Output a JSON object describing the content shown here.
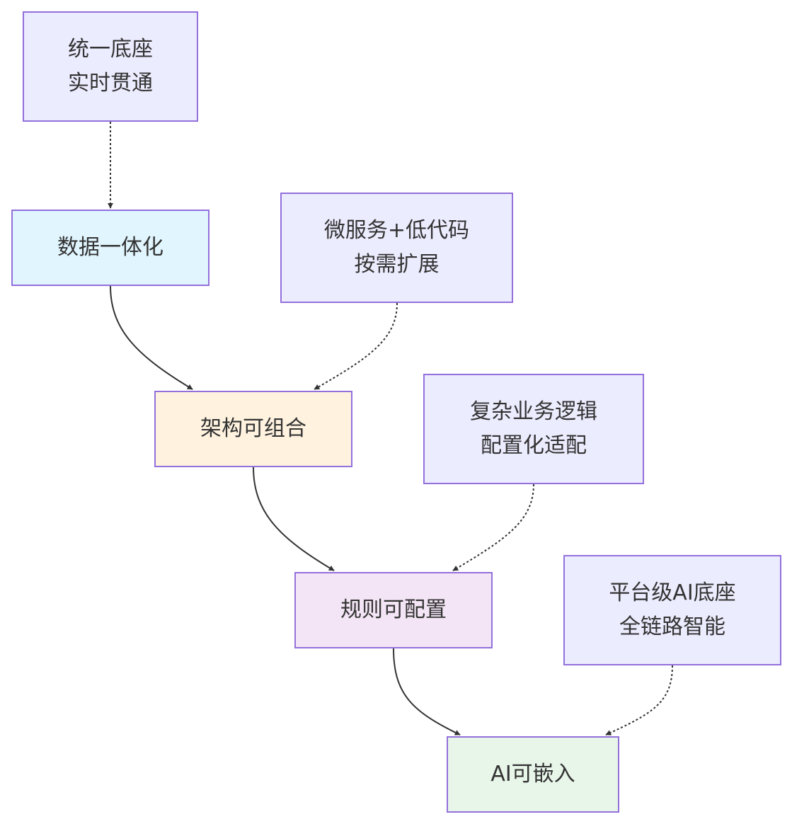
{
  "nodes": {
    "foundation": {
      "line1": "统一底座",
      "line2": "实时贯通"
    },
    "data": {
      "line1": "数据一体化"
    },
    "micro": {
      "line1": "微服务+低代码",
      "line2": "按需扩展"
    },
    "arch": {
      "line1": "架构可组合"
    },
    "complex": {
      "line1": "复杂业务逻辑",
      "line2": "配置化适配"
    },
    "rules": {
      "line1": "规则可配置"
    },
    "platform": {
      "line1": "平台级AI底座",
      "line2": "全链路智能"
    },
    "ai": {
      "line1": "AI可嵌入"
    }
  },
  "edges": [
    {
      "from": "foundation",
      "to": "data",
      "style": "dotted"
    },
    {
      "from": "data",
      "to": "arch",
      "style": "solid"
    },
    {
      "from": "micro",
      "to": "arch",
      "style": "dotted"
    },
    {
      "from": "arch",
      "to": "rules",
      "style": "solid"
    },
    {
      "from": "complex",
      "to": "rules",
      "style": "dotted"
    },
    {
      "from": "rules",
      "to": "ai",
      "style": "solid"
    },
    {
      "from": "platform",
      "to": "ai",
      "style": "dotted"
    }
  ],
  "colors": {
    "node_border": "#9370db",
    "lavender_fill": "#ececff",
    "blue_fill": "#e1f5fe",
    "orange_fill": "#fff3e0",
    "purple_fill": "#f3e5f5",
    "green_fill": "#e8f5e9",
    "edge": "#333333",
    "text": "#333333"
  }
}
